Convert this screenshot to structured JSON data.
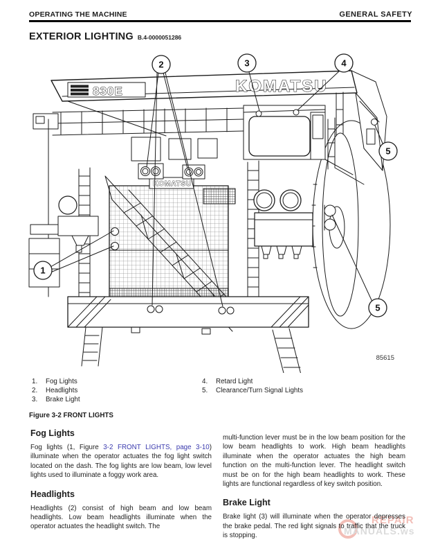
{
  "header": {
    "left": "OPERATING THE MACHINE",
    "right": "GENERAL SAFETY"
  },
  "title": {
    "text": "EXTERIOR LIGHTING",
    "code": "B.4-0000051286"
  },
  "figure": {
    "badge": "830E",
    "canopy_logo": "KOMATSU",
    "grille_logo": "KOMATSU",
    "drawing_number": "85615",
    "caption": "Figure 3-2 FRONT LIGHTS",
    "callouts": [
      {
        "label": "1"
      },
      {
        "label": "2"
      },
      {
        "label": "3"
      },
      {
        "label": "4"
      },
      {
        "label": "5"
      },
      {
        "label": "5"
      }
    ],
    "legend": [
      {
        "num": "1.",
        "label": "Fog Lights"
      },
      {
        "num": "2.",
        "label": "Headlights"
      },
      {
        "num": "3.",
        "label": "Brake Light"
      },
      {
        "num": "4.",
        "label": "Retard Light"
      },
      {
        "num": "5.",
        "label": "Clearance/Turn Signal Lights"
      }
    ]
  },
  "sections": {
    "fog": {
      "heading": "Fog Lights",
      "body_pre": "Fog lights (1, Figure ",
      "link": "3-2 FRONT LIGHTS, page 3-10",
      "body_post": ") illuminate when the operator actuates the fog light switch located on the dash.  The fog lights are low beam, low level lights used to illuminate a foggy work area."
    },
    "headlights": {
      "heading": "Headlights",
      "body": "Headlights (2) consist of high beam and low beam headlights.  Low beam headlights illuminate when the operator actuates the headlight switch.  The"
    },
    "headlights_cont": "multi-function lever must be in the low beam position for the low beam headlights to work.  High beam headlights illuminate when the operator actuates the high beam function on the multi-function lever. The headlight switch must be on for the high beam headlights to work.   These lights are functional regardless of key switch position.",
    "brake": {
      "heading": "Brake Light",
      "body": "Brake light (3) will illuminate when the operator depresses the brake pedal.  The red light signals to traffic that the truck is stopping."
    }
  },
  "watermark": {
    "line1": "REPAIR",
    "line2": "MANUALS.ws",
    "accent_color": "#e8897e",
    "gray_color": "#bfbfbf"
  }
}
